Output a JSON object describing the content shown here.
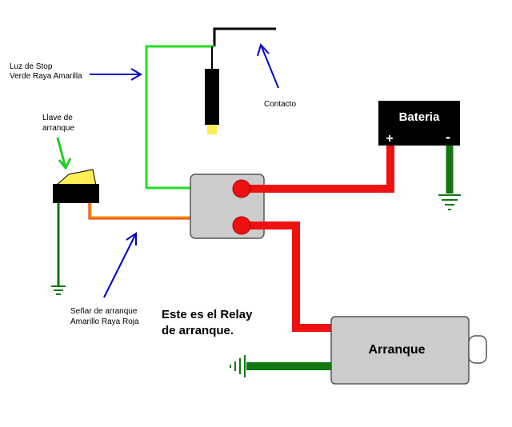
{
  "labels": {
    "luz_stop_line1": "Luz de Stop",
    "luz_stop_line2": "Verde Raya Amarilla",
    "llave_line1": "Llave de",
    "llave_line2": "arranque",
    "contacto": "Contacto",
    "bateria": "Bateria",
    "battery_plus": "+",
    "battery_minus": "-",
    "senal_line1": "Señar de arranque",
    "senal_line2": "Amarillo Raya Roja",
    "relay_line1": "Este es el Relay",
    "relay_line2": "de arranque.",
    "arranque": "Arranque"
  },
  "colors": {
    "green_wire": "#22dd22",
    "red_wire": "#ee1111",
    "ground_green": "#117711",
    "arrow_blue": "#0000cc",
    "arrow_green": "#22cc22",
    "relay_gray": "#cccccc",
    "battery_black": "#000000",
    "switch_yellow": "#ffee55",
    "signal_orange": "#ff8800"
  }
}
